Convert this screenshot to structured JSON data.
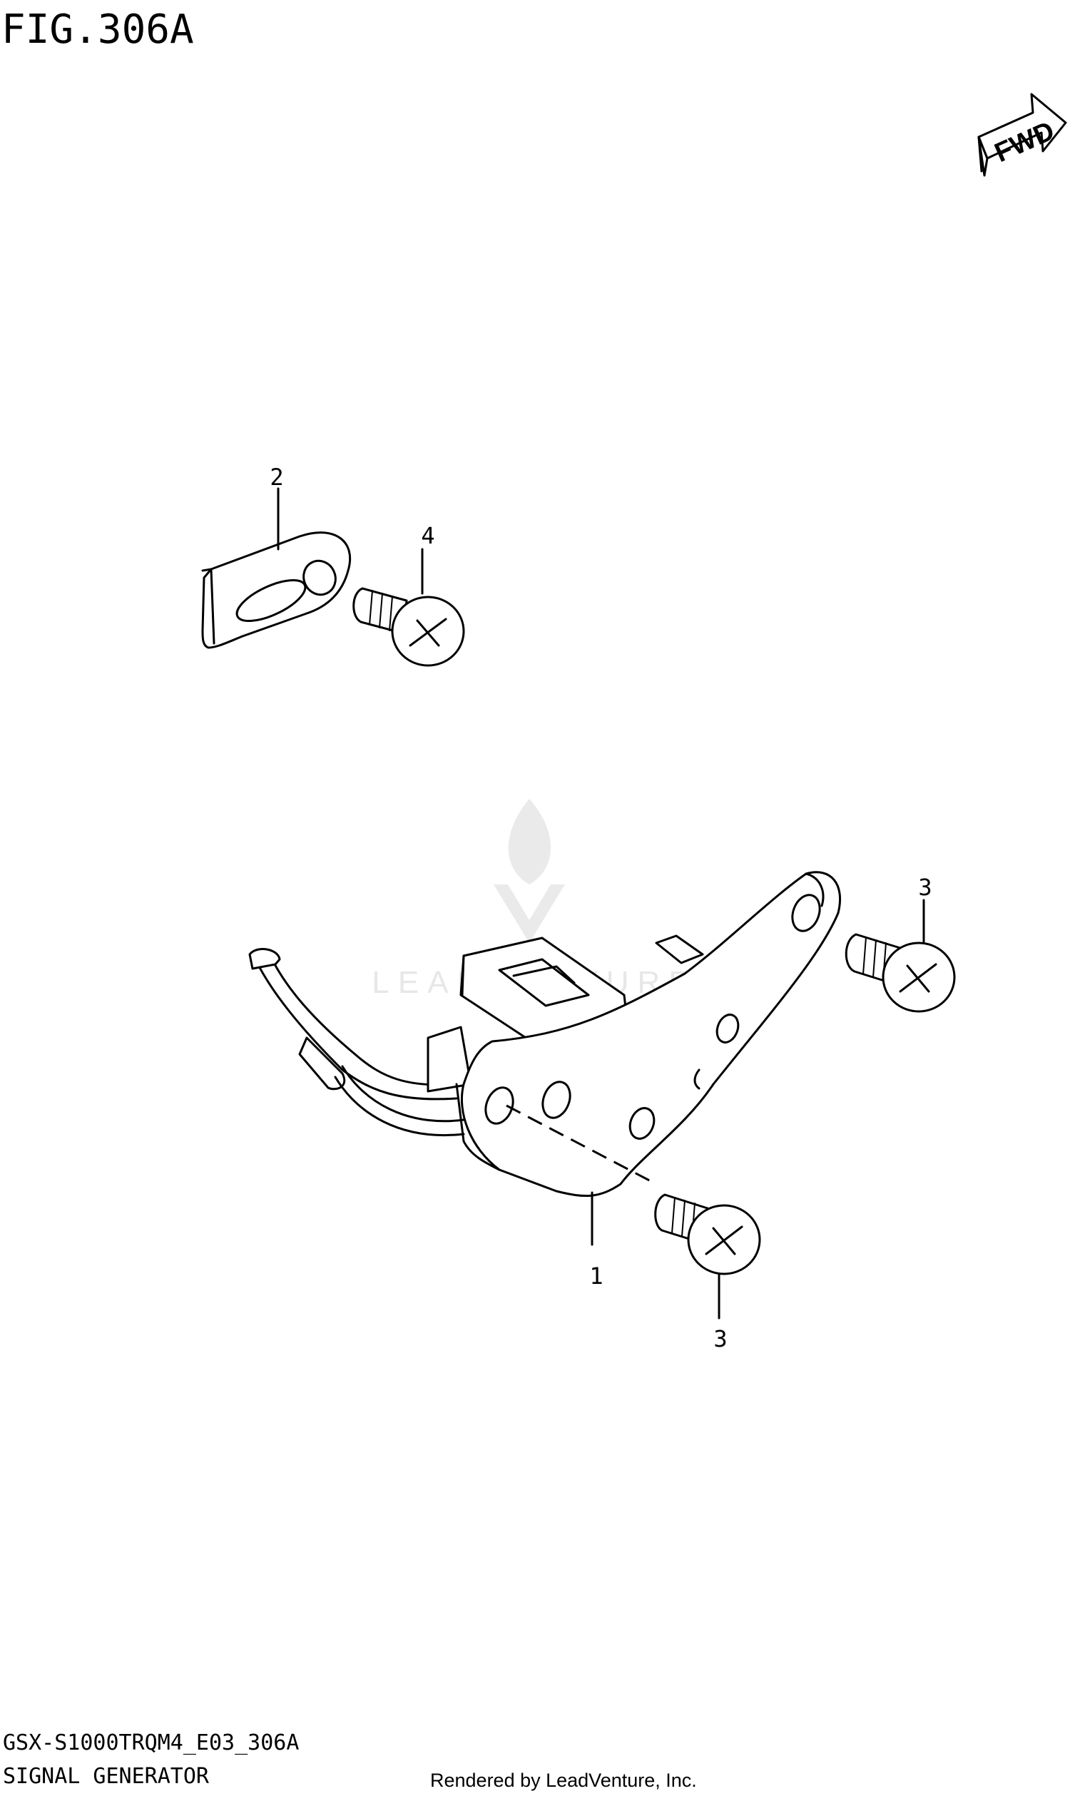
{
  "figure": {
    "title": "FIG.306A",
    "direction_badge": "FWD",
    "model_code": "GSX-S1000TRQM4_E03_306A",
    "section_name": "SIGNAL GENERATOR",
    "render_credit": "Rendered by LeadVenture, Inc.",
    "watermark": "LEADVENTURE"
  },
  "callouts": [
    {
      "id": "part-1",
      "label": "1"
    },
    {
      "id": "part-2",
      "label": "2"
    },
    {
      "id": "part-3-upper",
      "label": "3"
    },
    {
      "id": "part-3-lower",
      "label": "3"
    },
    {
      "id": "part-4",
      "label": "4"
    }
  ],
  "icons": [
    "fwd-arrow-icon",
    "leadventure-logo-icon",
    "phillips-screw-icon",
    "sensor-bracket-icon"
  ]
}
